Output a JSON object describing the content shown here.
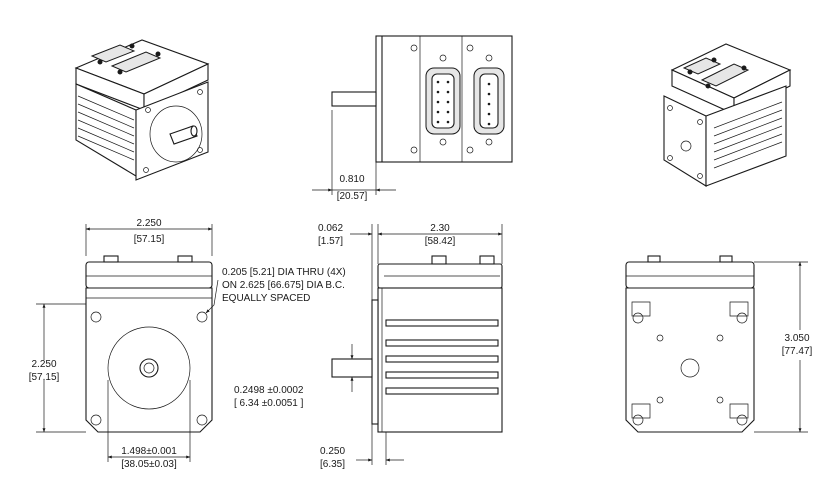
{
  "dimensions": {
    "shaft_len": {
      "in": "0.810",
      "mm": "[20.57]"
    },
    "top_w": {
      "in": "2.250",
      "mm": "[57.15]"
    },
    "flange": {
      "in": "0.062",
      "mm": "[1.57]"
    },
    "body_len": {
      "in": "2.30",
      "mm": "[58.42]"
    },
    "side_h": {
      "in": "2.250",
      "mm": "[57.15]"
    },
    "pilot": {
      "in": "1.498±0.001",
      "mm": "[38.05±0.03]"
    },
    "shaft_dia": {
      "in": "0.2498  ±0.0002",
      "mm": "[ 6.34 ±0.0051 ]"
    },
    "pilot_depth": {
      "in": "0.250",
      "mm": "[6.35]"
    },
    "overall_h": {
      "in": "3.050",
      "mm": "[77.47]"
    }
  },
  "hole_note": {
    "line1": "0.205 [5.21] DIA THRU (4X)",
    "line2": "ON 2.625 [66.675] DIA B.C.",
    "line3": "EQUALLY SPACED"
  }
}
